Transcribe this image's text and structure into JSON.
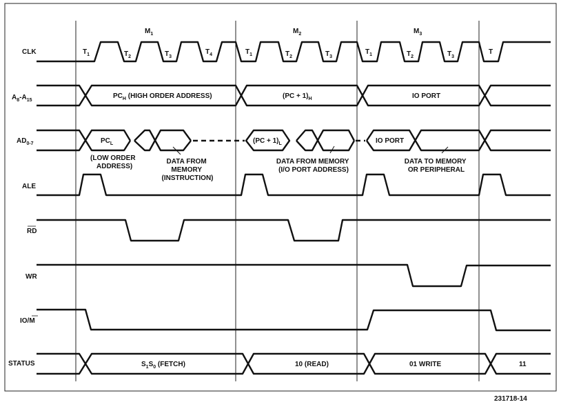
{
  "figure_id": "231718-14",
  "machine_cycles": [
    {
      "name": "M",
      "sub": "1"
    },
    {
      "name": "M",
      "sub": "2"
    },
    {
      "name": "M",
      "sub": "3"
    }
  ],
  "clock_states": [
    {
      "name": "T",
      "sub": "1"
    },
    {
      "name": "T",
      "sub": "2"
    },
    {
      "name": "T",
      "sub": "3"
    },
    {
      "name": "T",
      "sub": "4"
    },
    {
      "name": "T",
      "sub": "1"
    },
    {
      "name": "T",
      "sub": "2"
    },
    {
      "name": "T",
      "sub": "3"
    },
    {
      "name": "T",
      "sub": "1"
    },
    {
      "name": "T",
      "sub": "2"
    },
    {
      "name": "T",
      "sub": "3"
    },
    {
      "name": "T",
      "sub": ""
    }
  ],
  "signals": {
    "clk": "CLK",
    "addr_high": {
      "main": "A",
      "sub1": "8",
      "sep": "-A",
      "sub2": "15"
    },
    "addr_data": {
      "main": "AD",
      "sub": "0-7"
    },
    "ale": "ALE",
    "rd": "RD",
    "wr": "WR",
    "io_m": {
      "left": "IO/",
      "overbar": "M"
    },
    "status": "STATUS"
  },
  "bus_values": {
    "addr_high": [
      {
        "main": "PC",
        "sub": "H",
        "rest": " (HIGH ORDER ADDRESS)"
      },
      {
        "main": "(PC + 1)",
        "sub": "H",
        "rest": ""
      },
      {
        "main": "IO PORT",
        "sub": "",
        "rest": ""
      }
    ],
    "addr_data": [
      {
        "main": "PC",
        "sub": "L"
      },
      {
        "main": "(PC + 1)",
        "sub": "L"
      },
      {
        "main": "IO PORT",
        "sub": ""
      }
    ],
    "status": [
      {
        "s1": "S",
        "s1sub": "1",
        "s0": "S",
        "s0sub": "0",
        "rest": " (FETCH)"
      },
      {
        "text": "10 (READ)"
      },
      {
        "text": "01 WRITE"
      },
      {
        "text": "11"
      }
    ]
  },
  "annotations": {
    "low_order": [
      "(LOW ORDER",
      "ADDRESS)"
    ],
    "data_from_memory_instr": [
      "DATA FROM",
      "MEMORY",
      "(INSTRUCTION)"
    ],
    "data_from_memory_io": [
      "DATA FROM MEMORY",
      "(I/O PORT ADDRESS)"
    ],
    "data_to_memory": [
      "DATA TO MEMORY",
      "OR PERIPHERAL"
    ]
  }
}
